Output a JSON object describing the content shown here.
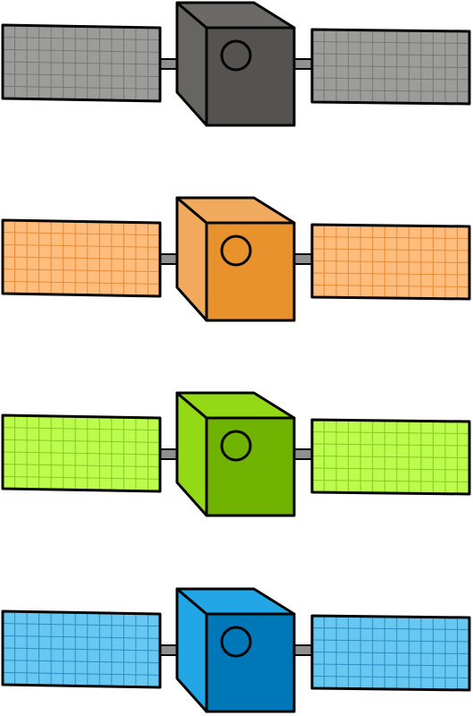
{
  "satellites": [
    {
      "name": "gray",
      "panel_fill": "#9c9c9a",
      "panel_grid": "#777775",
      "body_front": "#55534f",
      "body_top": "#6c6a66",
      "body_side": "#676561",
      "icon": "satellite-icon"
    },
    {
      "name": "orange",
      "panel_fill": "#ffbd7d",
      "panel_grid": "#e78b35",
      "body_front": "#e8922e",
      "body_top": "#f0a95d",
      "body_side": "#f0a95d",
      "icon": "satellite-icon"
    },
    {
      "name": "green",
      "panel_fill": "#bdfc4d",
      "panel_grid": "#86ca25",
      "body_front": "#6fb300",
      "body_top": "#93d916",
      "body_side": "#93d916",
      "icon": "satellite-icon"
    },
    {
      "name": "blue",
      "panel_fill": "#68c8f2",
      "panel_grid": "#2b8fc3",
      "body_front": "#0077b7",
      "body_top": "#23a6e5",
      "body_side": "#23a6e5",
      "icon": "satellite-icon"
    }
  ],
  "colors": {
    "stroke": "#050505",
    "connector": "#8f8f8f",
    "background": "#ffffff"
  }
}
